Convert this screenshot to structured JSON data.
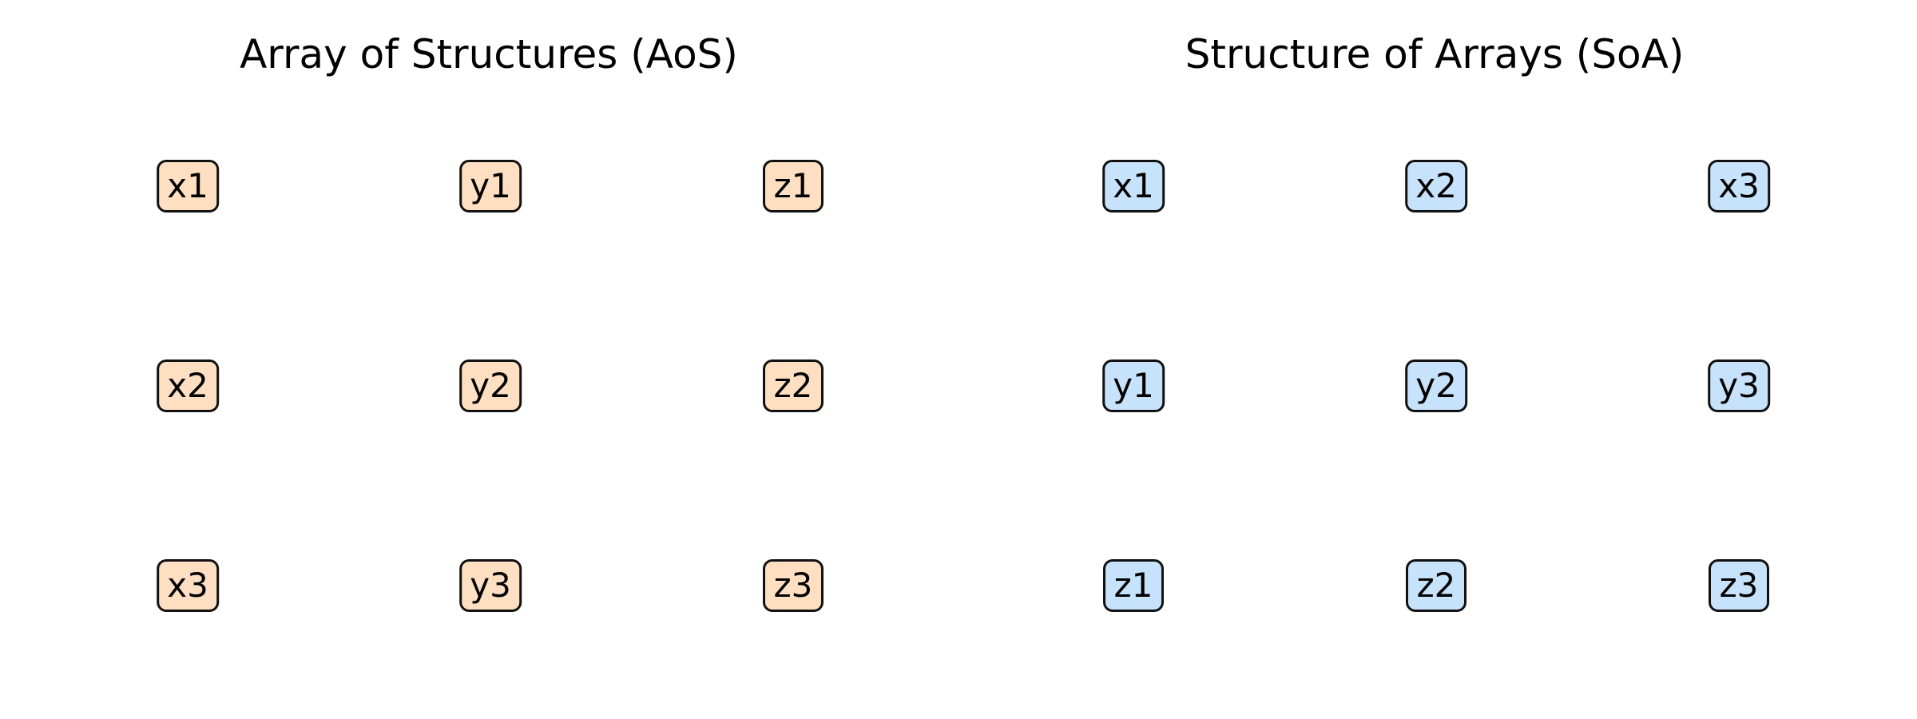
{
  "aos": {
    "title": "Array of Structures (AoS)",
    "fill_color": "#ffdfc2",
    "rows": [
      [
        "x1",
        "y1",
        "z1"
      ],
      [
        "x2",
        "y2",
        "z2"
      ],
      [
        "x3",
        "y3",
        "z3"
      ]
    ]
  },
  "soa": {
    "title": "Structure of Arrays (SoA)",
    "fill_color": "#c7e2fb",
    "rows": [
      [
        "x1",
        "x2",
        "x3"
      ],
      [
        "y1",
        "y2",
        "y3"
      ],
      [
        "z1",
        "z2",
        "z3"
      ]
    ]
  },
  "border_color": "#111111"
}
